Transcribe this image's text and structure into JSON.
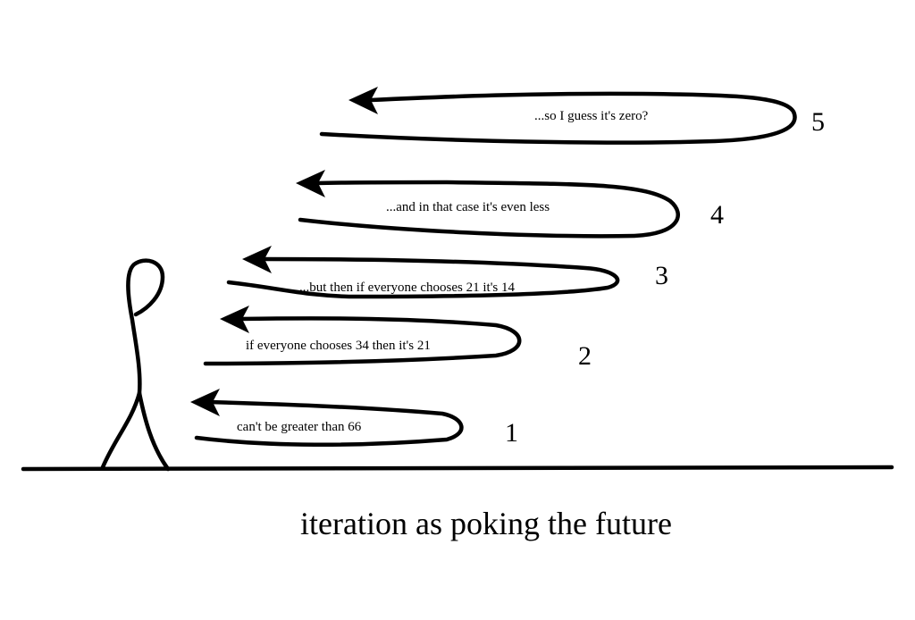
{
  "steps": [
    {
      "number": "1",
      "text": "can't be greater than 66"
    },
    {
      "number": "2",
      "text": "if everyone chooses 34 then it's 21"
    },
    {
      "number": "3",
      "text": "...but then if everyone chooses 21 it's 14"
    },
    {
      "number": "4",
      "text": "...and in that case it's even less"
    },
    {
      "number": "5",
      "text": "...so I guess it's zero?"
    }
  ],
  "caption": "iteration as poking the future",
  "colors": {
    "ink": "#000000",
    "background": "#ffffff"
  }
}
